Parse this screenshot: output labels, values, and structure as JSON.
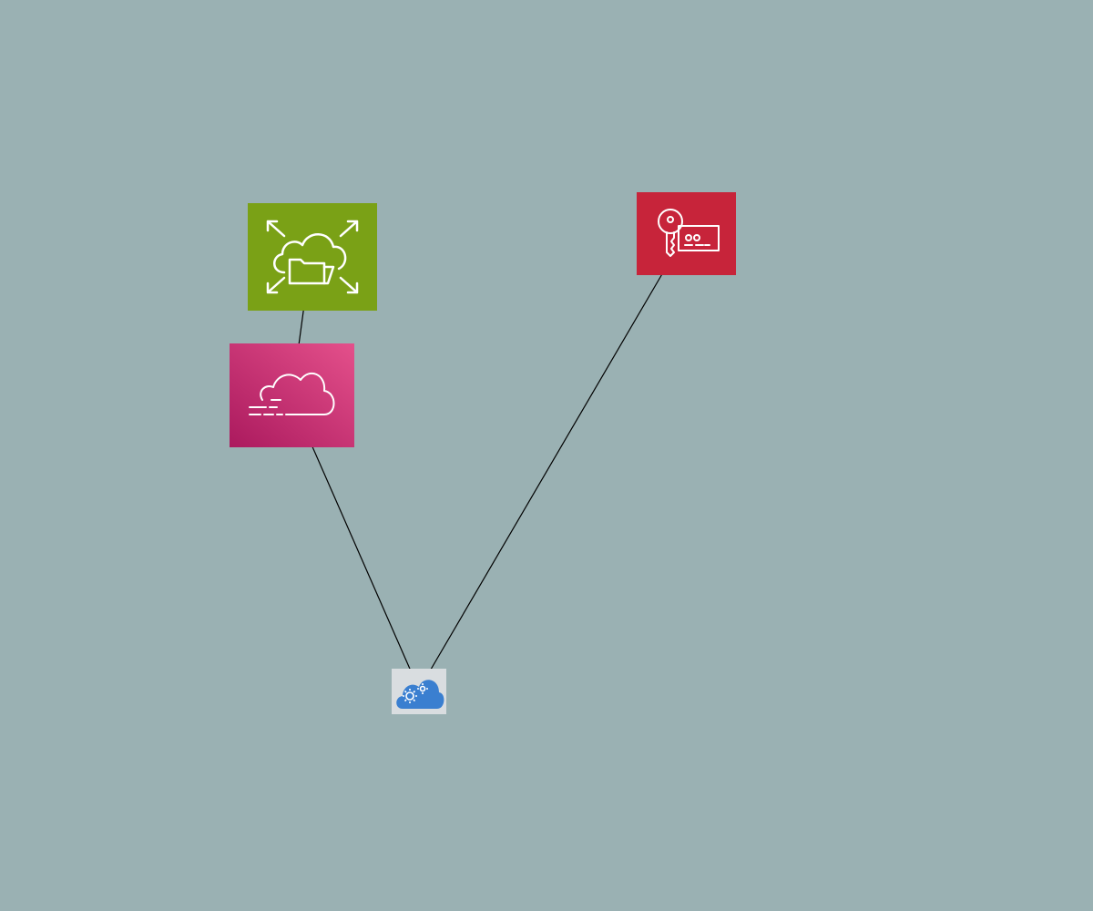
{
  "diagram": {
    "background": "#9ab1b3",
    "nodes": [
      {
        "id": "efs",
        "icon": "efs-elastic-file-system-icon",
        "color": "#7aa116"
      },
      {
        "id": "acm",
        "icon": "certificate-manager-icon",
        "color": "#c7243a"
      },
      {
        "id": "cloudfront-stream",
        "icon": "cloud-stream-icon",
        "color_top": "#e4508b",
        "color_bottom": "#ab1a5e"
      },
      {
        "id": "cloud-config",
        "icon": "cloud-gears-icon",
        "color": "#3a7fd0"
      }
    ],
    "edges": [
      {
        "from": "cloudfront-stream",
        "to": "efs",
        "arrow": "end"
      },
      {
        "from": "cloud-config",
        "to": "cloudfront-stream",
        "arrow": "end"
      },
      {
        "from": "cloud-config",
        "to": "acm",
        "arrow": "start"
      }
    ]
  }
}
